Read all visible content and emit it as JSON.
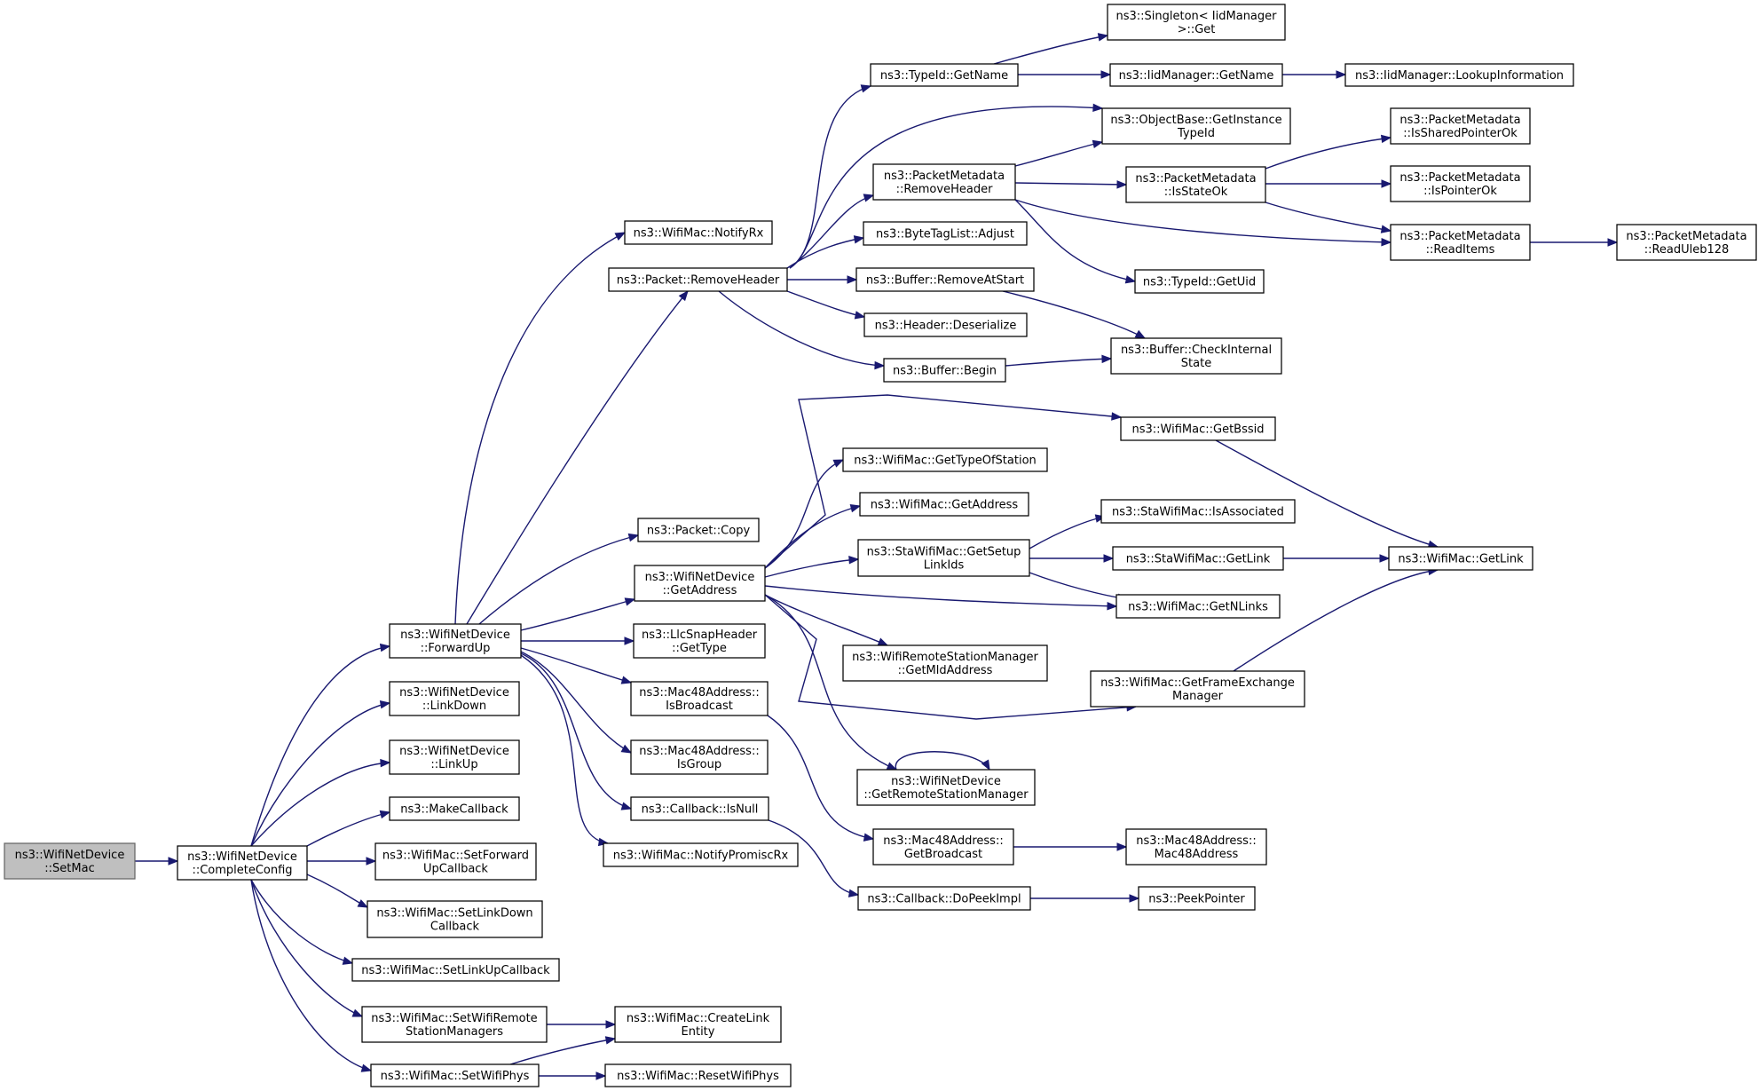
{
  "graph": {
    "edge_color": "#191970",
    "root_fill": "#bfbfbf",
    "nodes": [
      {
        "id": "n_setmac",
        "name": "node-wifinetdevice-setmac",
        "label": [
          "ns3::WifiNetDevice",
          "::SetMac"
        ],
        "root": true
      },
      {
        "id": "n_completeconfig",
        "name": "node-wifinetdevice-completeconfig",
        "label": [
          "ns3::WifiNetDevice",
          "::CompleteConfig"
        ]
      },
      {
        "id": "n_forwardup",
        "name": "node-wifinetdevice-forwardup",
        "label": [
          "ns3::WifiNetDevice",
          "::ForwardUp"
        ]
      },
      {
        "id": "n_linkdown",
        "name": "node-wifinetdevice-linkdown",
        "label": [
          "ns3::WifiNetDevice",
          "::LinkDown"
        ]
      },
      {
        "id": "n_linkup",
        "name": "node-wifinetdevice-linkup",
        "label": [
          "ns3::WifiNetDevice",
          "::LinkUp"
        ]
      },
      {
        "id": "n_makecallback",
        "name": "node-makecallback",
        "label": [
          "ns3::MakeCallback"
        ]
      },
      {
        "id": "n_setforwardup",
        "name": "node-wifimac-setforwardupcallback",
        "label": [
          "ns3::WifiMac::SetForward",
          "UpCallback"
        ]
      },
      {
        "id": "n_setlinkdown",
        "name": "node-wifimac-setlinkdowncallback",
        "label": [
          "ns3::WifiMac::SetLinkDown",
          "Callback"
        ]
      },
      {
        "id": "n_setlinkup",
        "name": "node-wifimac-setlinkupcallback",
        "label": [
          "ns3::WifiMac::SetLinkUpCallback"
        ]
      },
      {
        "id": "n_setremote",
        "name": "node-wifimac-setwifiremotestationmanagers",
        "label": [
          "ns3::WifiMac::SetWifiRemote",
          "StationManagers"
        ]
      },
      {
        "id": "n_setphys",
        "name": "node-wifimac-setwifiphys",
        "label": [
          "ns3::WifiMac::SetWifiPhys"
        ]
      },
      {
        "id": "n_createlink",
        "name": "node-wifimac-createlinkentity",
        "label": [
          "ns3::WifiMac::CreateLink",
          "Entity"
        ]
      },
      {
        "id": "n_resetphys",
        "name": "node-wifimac-resetwifiphys",
        "label": [
          "ns3::WifiMac::ResetWifiPhys"
        ]
      },
      {
        "id": "n_notifyrx",
        "name": "node-wifimac-notifyrx",
        "label": [
          "ns3::WifiMac::NotifyRx"
        ]
      },
      {
        "id": "n_removeheader",
        "name": "node-packet-removeheader",
        "label": [
          "ns3::Packet::RemoveHeader"
        ]
      },
      {
        "id": "n_copy",
        "name": "node-packet-copy",
        "label": [
          "ns3::Packet::Copy"
        ]
      },
      {
        "id": "n_getaddress",
        "name": "node-wifinetdevice-getaddress",
        "label": [
          "ns3::WifiNetDevice",
          "::GetAddress"
        ]
      },
      {
        "id": "n_gettype",
        "name": "node-llcsnapheader-gettype",
        "label": [
          "ns3::LlcSnapHeader",
          "::GetType"
        ]
      },
      {
        "id": "n_isbroadcast",
        "name": "node-mac48address-isbroadcast",
        "label": [
          "ns3::Mac48Address::",
          "IsBroadcast"
        ]
      },
      {
        "id": "n_isgroup",
        "name": "node-mac48address-isgroup",
        "label": [
          "ns3::Mac48Address::",
          "IsGroup"
        ]
      },
      {
        "id": "n_isnull",
        "name": "node-callback-isnull",
        "label": [
          "ns3::Callback::IsNull"
        ]
      },
      {
        "id": "n_notifypromisc",
        "name": "node-wifimac-notifypromiscrx",
        "label": [
          "ns3::WifiMac::NotifyPromiscRx"
        ]
      },
      {
        "id": "n_typeid_getname",
        "name": "node-typeid-getname",
        "label": [
          "ns3::TypeId::GetName"
        ]
      },
      {
        "id": "n_pm_removeheader",
        "name": "node-packetmetadata-removeheader",
        "label": [
          "ns3::PacketMetadata",
          "::RemoveHeader"
        ]
      },
      {
        "id": "n_bytetag_adjust",
        "name": "node-bytetaglist-adjust",
        "label": [
          "ns3::ByteTagList::Adjust"
        ]
      },
      {
        "id": "n_buf_removeatstart",
        "name": "node-buffer-removeatstart",
        "label": [
          "ns3::Buffer::RemoveAtStart"
        ]
      },
      {
        "id": "n_hdr_deserialize",
        "name": "node-header-deserialize",
        "label": [
          "ns3::Header::Deserialize"
        ]
      },
      {
        "id": "n_buf_begin",
        "name": "node-buffer-begin",
        "label": [
          "ns3::Buffer::Begin"
        ]
      },
      {
        "id": "n_singleton_get",
        "name": "node-singleton-iidmanager-get",
        "label": [
          "ns3::Singleton< IidManager",
          " >::Get"
        ]
      },
      {
        "id": "n_iid_getname",
        "name": "node-iidmanager-getname",
        "label": [
          "ns3::IidManager::GetName"
        ]
      },
      {
        "id": "n_iid_lookup",
        "name": "node-iidmanager-lookupinformation",
        "label": [
          "ns3::IidManager::LookupInformation"
        ]
      },
      {
        "id": "n_objbase_gettypeid",
        "name": "node-objectbase-getinstancetypeid",
        "label": [
          "ns3::ObjectBase::GetInstance",
          "TypeId"
        ]
      },
      {
        "id": "n_pm_isstateok",
        "name": "node-packetmetadata-isstateok",
        "label": [
          "ns3::PacketMetadata",
          "::IsStateOk"
        ]
      },
      {
        "id": "n_typeid_getuid",
        "name": "node-typeid-getuid",
        "label": [
          "ns3::TypeId::GetUid"
        ]
      },
      {
        "id": "n_pm_issharedptr",
        "name": "node-packetmetadata-issharedpointerok",
        "label": [
          "ns3::PacketMetadata",
          "::IsSharedPointerOk"
        ]
      },
      {
        "id": "n_pm_isptrok",
        "name": "node-packetmetadata-ispointerok",
        "label": [
          "ns3::PacketMetadata",
          "::IsPointerOk"
        ]
      },
      {
        "id": "n_pm_readitems",
        "name": "node-packetmetadata-readitems",
        "label": [
          "ns3::PacketMetadata",
          "::ReadItems"
        ]
      },
      {
        "id": "n_pm_readuleb",
        "name": "node-packetmetadata-readuleb128",
        "label": [
          "ns3::PacketMetadata",
          "::ReadUleb128"
        ]
      },
      {
        "id": "n_buf_checkstate",
        "name": "node-buffer-checkinternalstate",
        "label": [
          "ns3::Buffer::CheckInternal",
          "State"
        ]
      },
      {
        "id": "n_getbssid",
        "name": "node-wifimac-getbssid",
        "label": [
          "ns3::WifiMac::GetBssid"
        ]
      },
      {
        "id": "n_gettypeofstation",
        "name": "node-wifimac-gettypeofstation",
        "label": [
          "ns3::WifiMac::GetTypeOfStation"
        ]
      },
      {
        "id": "n_mac_getaddress",
        "name": "node-wifimac-getaddress",
        "label": [
          "ns3::WifiMac::GetAddress"
        ]
      },
      {
        "id": "n_sta_getsetuplinkids",
        "name": "node-stawifimac-getsetuplinkids",
        "label": [
          "ns3::StaWifiMac::GetSetup",
          "LinkIds"
        ]
      },
      {
        "id": "n_sta_isassociated",
        "name": "node-stawifimac-isassociated",
        "label": [
          "ns3::StaWifiMac::IsAssociated"
        ]
      },
      {
        "id": "n_sta_getlink",
        "name": "node-stawifimac-getlink",
        "label": [
          "ns3::StaWifiMac::GetLink"
        ]
      },
      {
        "id": "n_mac_getlink",
        "name": "node-wifimac-getlink",
        "label": [
          "ns3::WifiMac::GetLink"
        ]
      },
      {
        "id": "n_mac_getnlinks",
        "name": "node-wifimac-getnlinks",
        "label": [
          "ns3::WifiMac::GetNLinks"
        ]
      },
      {
        "id": "n_rsm_getmld",
        "name": "node-wifiremotestationmanager-getmldaddress",
        "label": [
          "ns3::WifiRemoteStationManager",
          "::GetMldAddress"
        ]
      },
      {
        "id": "n_getfem",
        "name": "node-wifimac-getframeexchangemanager",
        "label": [
          "ns3::WifiMac::GetFrameExchange",
          "Manager"
        ]
      },
      {
        "id": "n_getrsm",
        "name": "node-wifinetdevice-getremotestationmanager",
        "label": [
          "ns3::WifiNetDevice",
          "::GetRemoteStationManager"
        ]
      },
      {
        "id": "n_getbroadcast",
        "name": "node-mac48address-getbroadcast",
        "label": [
          "ns3::Mac48Address::",
          "GetBroadcast"
        ]
      },
      {
        "id": "n_mac48ctor",
        "name": "node-mac48address-mac48address",
        "label": [
          "ns3::Mac48Address::",
          "Mac48Address"
        ]
      },
      {
        "id": "n_dopeekimpl",
        "name": "node-callback-dopeekimpl",
        "label": [
          "ns3::Callback::DoPeekImpl"
        ]
      },
      {
        "id": "n_peekpointer",
        "name": "node-peekpointer",
        "label": [
          "ns3::PeekPointer"
        ]
      }
    ],
    "edges": [
      [
        "n_setmac",
        "n_completeconfig"
      ],
      [
        "n_completeconfig",
        "n_forwardup"
      ],
      [
        "n_completeconfig",
        "n_linkdown"
      ],
      [
        "n_completeconfig",
        "n_linkup"
      ],
      [
        "n_completeconfig",
        "n_makecallback"
      ],
      [
        "n_completeconfig",
        "n_setforwardup"
      ],
      [
        "n_completeconfig",
        "n_setlinkdown"
      ],
      [
        "n_completeconfig",
        "n_setlinkup"
      ],
      [
        "n_completeconfig",
        "n_setremote"
      ],
      [
        "n_completeconfig",
        "n_setphys"
      ],
      [
        "n_setremote",
        "n_createlink"
      ],
      [
        "n_setphys",
        "n_createlink"
      ],
      [
        "n_setphys",
        "n_resetphys"
      ],
      [
        "n_forwardup",
        "n_notifyrx"
      ],
      [
        "n_forwardup",
        "n_removeheader"
      ],
      [
        "n_forwardup",
        "n_copy"
      ],
      [
        "n_forwardup",
        "n_getaddress"
      ],
      [
        "n_forwardup",
        "n_gettype"
      ],
      [
        "n_forwardup",
        "n_isbroadcast"
      ],
      [
        "n_forwardup",
        "n_isgroup"
      ],
      [
        "n_forwardup",
        "n_isnull"
      ],
      [
        "n_forwardup",
        "n_notifypromisc"
      ],
      [
        "n_removeheader",
        "n_typeid_getname"
      ],
      [
        "n_removeheader",
        "n_objbase_gettypeid"
      ],
      [
        "n_removeheader",
        "n_pm_removeheader"
      ],
      [
        "n_removeheader",
        "n_bytetag_adjust"
      ],
      [
        "n_removeheader",
        "n_buf_removeatstart"
      ],
      [
        "n_removeheader",
        "n_hdr_deserialize"
      ],
      [
        "n_removeheader",
        "n_buf_begin"
      ],
      [
        "n_typeid_getname",
        "n_singleton_get"
      ],
      [
        "n_typeid_getname",
        "n_iid_getname"
      ],
      [
        "n_iid_getname",
        "n_iid_lookup"
      ],
      [
        "n_pm_removeheader",
        "n_objbase_gettypeid"
      ],
      [
        "n_pm_removeheader",
        "n_pm_isstateok"
      ],
      [
        "n_pm_removeheader",
        "n_pm_readitems"
      ],
      [
        "n_pm_removeheader",
        "n_typeid_getuid"
      ],
      [
        "n_pm_isstateok",
        "n_pm_issharedptr"
      ],
      [
        "n_pm_isstateok",
        "n_pm_isptrok"
      ],
      [
        "n_pm_isstateok",
        "n_pm_readitems"
      ],
      [
        "n_pm_readitems",
        "n_pm_readuleb"
      ],
      [
        "n_buf_removeatstart",
        "n_buf_checkstate"
      ],
      [
        "n_buf_begin",
        "n_buf_checkstate"
      ],
      [
        "n_getaddress",
        "n_getbssid"
      ],
      [
        "n_getaddress",
        "n_gettypeofstation"
      ],
      [
        "n_getaddress",
        "n_mac_getaddress"
      ],
      [
        "n_getaddress",
        "n_sta_getsetuplinkids"
      ],
      [
        "n_getaddress",
        "n_mac_getnlinks"
      ],
      [
        "n_getaddress",
        "n_rsm_getmld"
      ],
      [
        "n_getaddress",
        "n_getfem"
      ],
      [
        "n_getaddress",
        "n_getrsm"
      ],
      [
        "n_getbssid",
        "n_mac_getlink"
      ],
      [
        "n_sta_getsetuplinkids",
        "n_sta_isassociated"
      ],
      [
        "n_sta_getsetuplinkids",
        "n_sta_getlink"
      ],
      [
        "n_sta_getsetuplinkids",
        "n_mac_getnlinks"
      ],
      [
        "n_sta_getlink",
        "n_mac_getlink"
      ],
      [
        "n_getfem",
        "n_mac_getlink"
      ],
      [
        "n_getrsm",
        "n_getrsm"
      ],
      [
        "n_isbroadcast",
        "n_getbroadcast"
      ],
      [
        "n_getbroadcast",
        "n_mac48ctor"
      ],
      [
        "n_isnull",
        "n_dopeekimpl"
      ],
      [
        "n_dopeekimpl",
        "n_peekpointer"
      ]
    ]
  }
}
